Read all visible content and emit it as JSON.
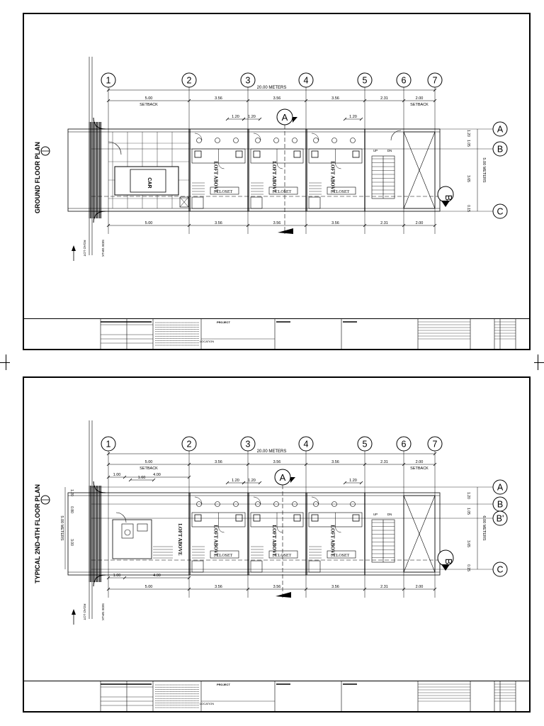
{
  "sheets": [
    {
      "title": "GROUND FLOOR PLAN",
      "grid_cols": [
        "1",
        "2",
        "3",
        "4",
        "5",
        "6",
        "7"
      ],
      "grid_rows": [
        "A",
        "B",
        "C"
      ],
      "overall": "20.00 METERS",
      "top_dims": [
        "5.00",
        "3.56",
        "3.56",
        "3.56",
        "2.31",
        "2.00"
      ],
      "bottom_dims": [
        "5.00",
        "3.56",
        "3.56",
        "3.56",
        "2.31",
        "2.00"
      ],
      "setback_left": "SETBACK",
      "setback_right": "SETBACK",
      "inner_dims": [
        "1.20",
        "1.20",
        "1.20"
      ],
      "right_total": "5.00 METERS",
      "right_dims": [
        "1.20",
        "1.05",
        "3.65",
        "0.15"
      ],
      "section_a": "A",
      "section_b": "B",
      "closet": "CLOSET",
      "loft": "LOFT ABOVE",
      "up": "UP",
      "dn": "DN",
      "side_walk": "SIDE WALK",
      "road_lot": "ROAD LOT"
    },
    {
      "title": "TYPICAL 2ND-4TH FLOOR PLAN",
      "grid_cols": [
        "1",
        "2",
        "3",
        "4",
        "5",
        "6",
        "7"
      ],
      "grid_rows": [
        "A",
        "B",
        "B'",
        "C"
      ],
      "overall": "20.00 METERS",
      "top_dims": [
        "5.00",
        "3.56",
        "3.56",
        "3.56",
        "2.31",
        "2.00"
      ],
      "bottom_dims": [
        "5.00",
        "3.56",
        "3.56",
        "3.56",
        "2.31",
        "2.00"
      ],
      "setback_left": "SETBACK",
      "setback_right": "SETBACK",
      "top_sub": [
        "1.00",
        "4.00",
        "1.60"
      ],
      "bottom_sub": [
        "1.00",
        "4.00"
      ],
      "inner_dims": [
        "1.20",
        "1.20",
        "1.20"
      ],
      "right_total": "6.00 METERS",
      "right_dims": [
        "1.20",
        "1.05",
        "3.65",
        "0.15"
      ],
      "left_total": "5.00 METERS",
      "left_dims": [
        "1.20",
        "0.80",
        "3.00"
      ],
      "section_a": "A",
      "section_b": "B",
      "closet": "CLOSET",
      "loft": "LOFT ABOVE",
      "up": "UP",
      "dn": "DN",
      "side_walk": "SIDE WALK",
      "road_lot": "ROAD LOT"
    }
  ],
  "titleblock": {
    "project": "PROJECT",
    "location": "LOCATION"
  }
}
